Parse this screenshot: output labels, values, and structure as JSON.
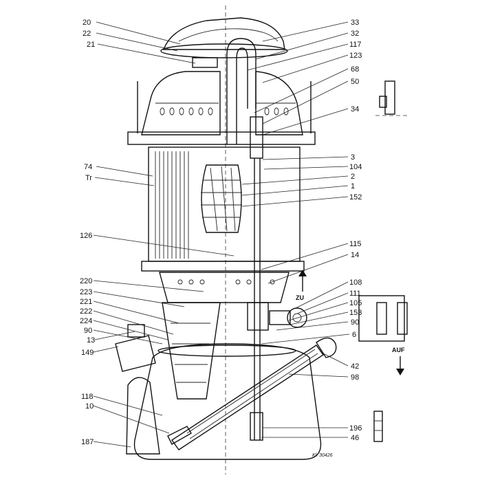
{
  "diagram": {
    "left_labels": [
      "20",
      "22",
      "21",
      "74",
      "Tr",
      "126",
      "220",
      "223",
      "221",
      "222",
      "224",
      "90",
      "13",
      "149",
      "118",
      "10",
      "187"
    ],
    "right_labels": [
      "33",
      "32",
      "117",
      "123",
      "68",
      "50",
      "34",
      "3",
      "104",
      "2",
      "1",
      "152",
      "115",
      "14",
      "108",
      "111",
      "105",
      "153",
      "90",
      "6",
      "42",
      "98",
      "196",
      "46"
    ],
    "arrow_labels": {
      "zu": "ZU",
      "auf": "AUF"
    },
    "signature": "Kl. 30426"
  }
}
